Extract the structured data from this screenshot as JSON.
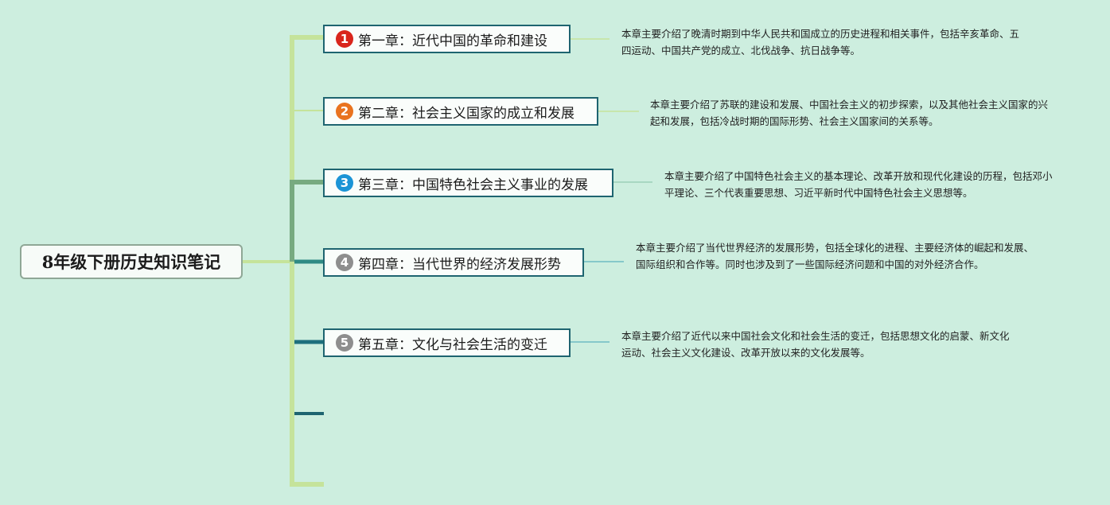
{
  "root": {
    "title": "8年级下册历史知识笔记"
  },
  "chapters": [
    {
      "number": "1",
      "color": "#d9251c",
      "title": "第一章：近代中国的革命和建设",
      "summary": "本章主要介绍了晚清时期到中华人民共和国成立的历史进程和相关事件，包括辛亥革命、五四运动、中国共产党的成立、北伐战争、抗日战争等。"
    },
    {
      "number": "2",
      "color": "#e9731f",
      "title": "第二章：社会主义国家的成立和发展",
      "summary": "本章主要介绍了苏联的建设和发展、中国社会主义的初步探索，以及其他社会主义国家的兴起和发展，包括冷战时期的国际形势、社会主义国家间的关系等。"
    },
    {
      "number": "3",
      "color": "#1b94d6",
      "title": "第三章：中国特色社会主义事业的发展",
      "summary": "本章主要介绍了中国特色社会主义的基本理论、改革开放和现代化建设的历程，包括邓小平理论、三个代表重要思想、习近平新时代中国特色社会主义思想等。"
    },
    {
      "number": "4",
      "color": "#8e8e8e",
      "title": "第四章：当代世界的经济发展形势",
      "summary": "本章主要介绍了当代世界经济的发展形势，包括全球化的进程、主要经济体的崛起和发展、国际组织和合作等。同时也涉及到了一些国际经济问题和中国的对外经济合作。"
    },
    {
      "number": "5",
      "color": "#8e8e8e",
      "title": "第五章：文化与社会生活的变迁",
      "summary": "本章主要介绍了近代以来中国社会文化和社会生活的变迁，包括思想文化的启蒙、新文化运动、社会主义文化建设、改革开放以来的文化发展等。"
    }
  ]
}
